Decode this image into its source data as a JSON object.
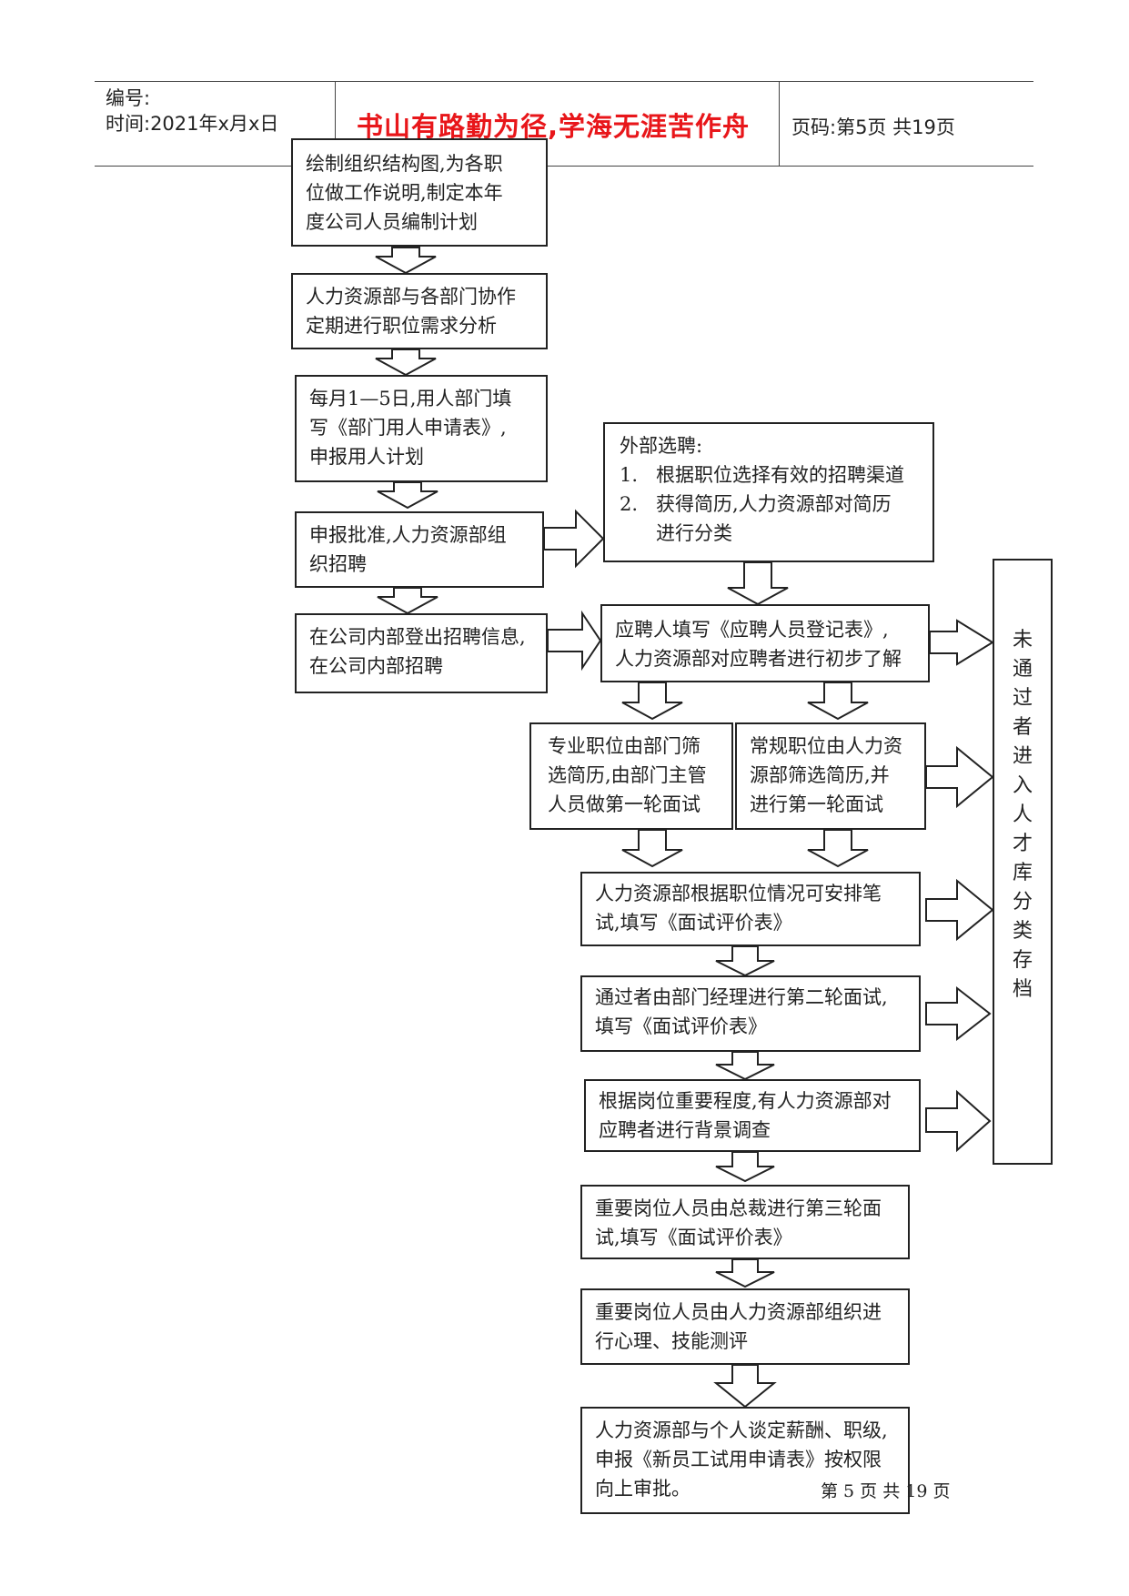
{
  "header": {
    "number_label": "编号:",
    "time_label": "时间:2021年x月x日",
    "motto": "书山有路勤为径,学海无涯苦作舟",
    "page_label": "页码:第5页 共19页"
  },
  "flow": {
    "step1": [
      "绘制组织结构图,为各职",
      "位做工作说明,制定本年",
      "度公司人员编制计划"
    ],
    "step2": [
      "人力资源部与各部门协作",
      "定期进行职位需求分析"
    ],
    "step3": [
      "每月1—5日,用人部门填",
      "写《部门用人申请表》,",
      "申报用人计划"
    ],
    "step4": [
      "申报批准,人力资源部组",
      "织招聘"
    ],
    "step5": [
      "在公司内部登出招聘信息,",
      "在公司内部招聘"
    ],
    "external": {
      "title": "外部选聘:",
      "items": [
        {
          "num": "1.",
          "lines": [
            "根据职位选择有效的招聘渠道"
          ]
        },
        {
          "num": "2.",
          "lines": [
            "获得简历,人力资源部对简历",
            "进行分类"
          ]
        }
      ]
    },
    "register": [
      "应聘人填写《应聘人员登记表》,",
      "人力资源部对应聘者进行初步了解"
    ],
    "professional": [
      "专业职位由部门筛",
      "选简历,由部门主管",
      "人员做第一轮面试"
    ],
    "regular": [
      "常规职位由人力资",
      "源部筛选简历,并",
      "进行第一轮面试"
    ],
    "written": [
      "人力资源部根据职位情况可安排笔",
      "试,填写《面试评价表》"
    ],
    "second": [
      "通过者由部门经理进行第二轮面试,",
      "填写《面试评价表》"
    ],
    "background": [
      "根据岗位重要程度,有人力资源部对",
      "应聘者进行背景调查"
    ],
    "third": [
      "重要岗位人员由总裁进行第三轮面",
      "试,填写《面试评价表》"
    ],
    "psych": [
      "重要岗位人员由人力资源部组织进",
      "行心理、技能测评"
    ],
    "salary": [
      "人力资源部与个人谈定薪酬、职级,",
      "申报《新员工试用申请表》按权限",
      "向上审批。"
    ],
    "talent_pool": [
      "未",
      "通",
      "过",
      "者",
      "进",
      "入",
      "人",
      "才",
      "库",
      "分",
      "类",
      "存",
      "档"
    ]
  },
  "footer": "第 5 页 共 19 页"
}
